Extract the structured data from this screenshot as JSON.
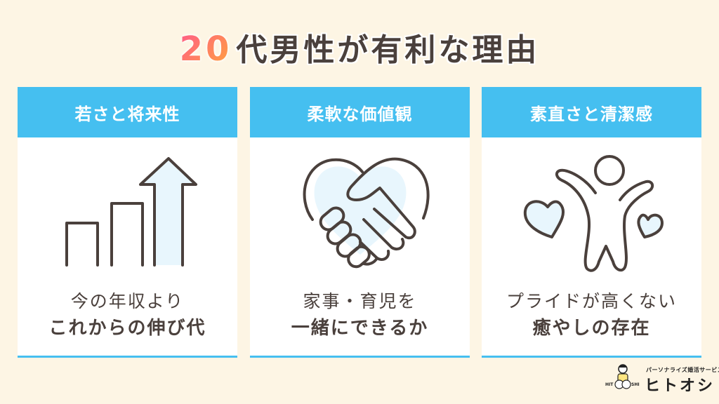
{
  "title": {
    "number": "20",
    "text": "代男性が有利な理由"
  },
  "colors": {
    "background": "#fdf5e4",
    "accent_blue": "#45bff0",
    "text_dark": "#4a403c",
    "gradient_start": "#ff5a8a",
    "gradient_end": "#ffa53a",
    "icon_fill": "#e8f6fd"
  },
  "cards": [
    {
      "header": "若さと将来性",
      "icon": "rising-bar-chart-icon",
      "line1": "今の年収より",
      "line2": "これからの伸び代"
    },
    {
      "header": "柔軟な価値観",
      "icon": "heart-handshake-icon",
      "line1": "家事・育児を",
      "line2": "一緒にできるか"
    },
    {
      "header": "素直さと清潔感",
      "icon": "joyful-person-hearts-icon",
      "line1": "プライドが高くない",
      "line2": "癒やしの存在"
    }
  ],
  "logo": {
    "tagline": "パーソナライズ婚活サービス",
    "name": "ヒトオシ",
    "mascot_left": "HIT",
    "mascot_right": "SHI"
  }
}
